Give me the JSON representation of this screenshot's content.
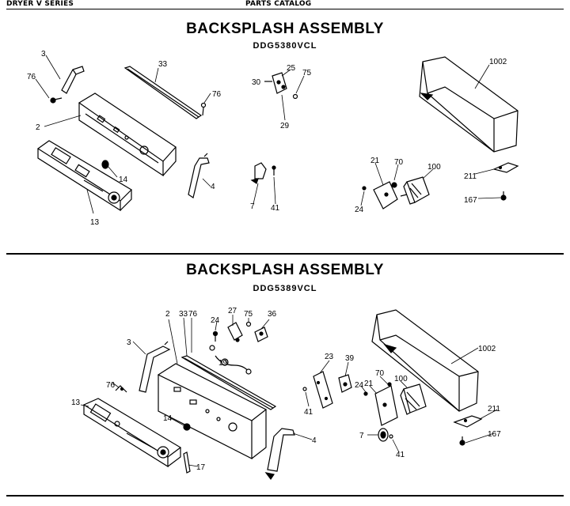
{
  "header": {
    "series": "DRYER V SERIES",
    "catalog": "PARTS  CATALOG"
  },
  "sections": [
    {
      "title": "BACKSPLASH  ASSEMBLY",
      "model": "DDG5380VCL",
      "callouts": {
        "c3": "3",
        "c76a": "76",
        "c2": "2",
        "c13": "13",
        "c14": "14",
        "c33": "33",
        "c76b": "76",
        "c4": "4",
        "c30": "30",
        "c25": "25",
        "c75": "75",
        "c29": "29",
        "c7": "7",
        "c41": "41",
        "c1002": "1002",
        "c21a": "21",
        "c70": "70",
        "c100": "100",
        "c24": "24",
        "c211": "211",
        "c167": "167"
      }
    },
    {
      "title": "BACKSPLASH ASSEMBLY",
      "model": "DDG5389VCL",
      "callouts": {
        "c2": "2",
        "c33": "33",
        "c76a": "76",
        "c27": "27",
        "c75": "75",
        "c36": "36",
        "c24a": "24",
        "c19": "19",
        "c3": "3",
        "c76b": "76",
        "c13": "13",
        "c14": "14",
        "c17": "17",
        "c4": "4",
        "c23": "23",
        "c39": "39",
        "c41a": "41",
        "c24b": "24",
        "c21": "21",
        "c70": "70",
        "c100": "100",
        "c7": "7",
        "c41b": "41",
        "c1002": "1002",
        "c211": "211",
        "c167": "167"
      }
    }
  ]
}
